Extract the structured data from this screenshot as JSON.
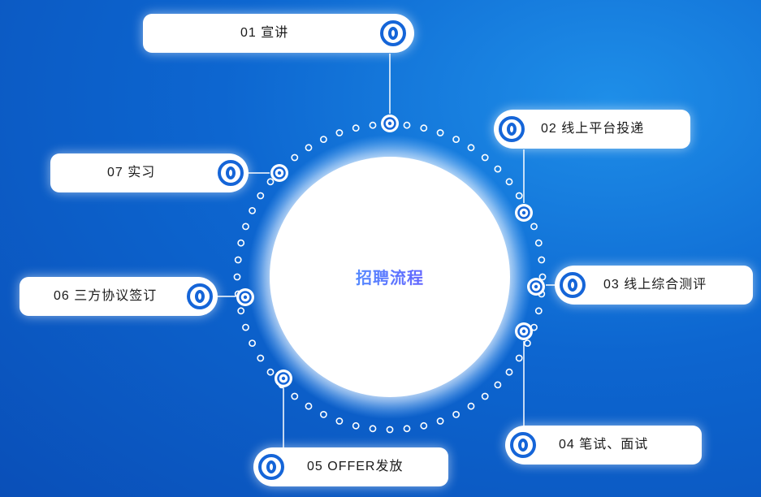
{
  "center": {
    "title": "招聘流程"
  },
  "steps": [
    {
      "id": "01",
      "label": "01 宣讲"
    },
    {
      "id": "02",
      "label": "02 线上平台投递"
    },
    {
      "id": "03",
      "label": "03 线上综合测评"
    },
    {
      "id": "04",
      "label": "04 笔试、面试"
    },
    {
      "id": "05",
      "label": "05 OFFER发放"
    },
    {
      "id": "06",
      "label": "06 三方协议签订"
    },
    {
      "id": "07",
      "label": "07 实习"
    }
  ],
  "colors": {
    "accent": "#1565d8",
    "background": "#0d66d0",
    "node": "#ffffff"
  }
}
